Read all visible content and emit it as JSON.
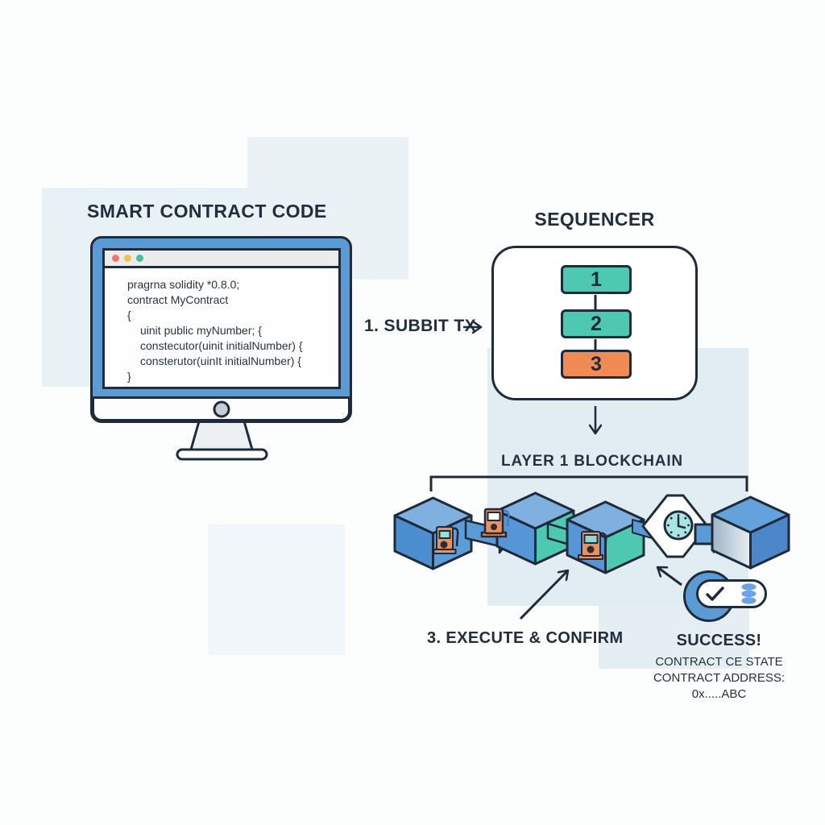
{
  "colors": {
    "outline_navy": "#1F2A3A",
    "primary_blue": "#5B9BD5",
    "teal": "#4DC9B2",
    "orange": "#F08B55",
    "pale_panel": "#E5EFF3",
    "titlebar_gray": "#ECECEC",
    "dot_red": "#F0776B",
    "dot_yellow": "#F2C14E",
    "dot_teal": "#3EC2A5",
    "clock_teal": "#A9E6E2",
    "database_blue": "#6AA3E8"
  },
  "smart_contract": {
    "title": "SMART CONTRACT CODE",
    "code_lines": [
      "pragrna solidity *0.8.0;",
      "contract MyContract",
      "{",
      "uinit public myNumber; {",
      "constecutor(uinit initialNumber) {",
      "consterutor(uinIt initialNumber) {",
      "}"
    ]
  },
  "flow": {
    "submit_label": "1. SUBBIT TX",
    "execute_label": "3. EXECUTE & CONFIRM"
  },
  "sequencer": {
    "title": "SEQUENCER",
    "queue": [
      {
        "label": "1",
        "color": "#4DC9B2"
      },
      {
        "label": "2",
        "color": "#4DC9B2"
      },
      {
        "label": "3",
        "color": "#F08B55"
      }
    ]
  },
  "layer1": {
    "title": "LAYER 1 BLOCKCHAIN"
  },
  "success": {
    "title": "SUCCESS!",
    "lines": [
      "CONTRACT CE STATE",
      "CONTRACT ADDRESS:",
      "0x.....ABC"
    ]
  }
}
